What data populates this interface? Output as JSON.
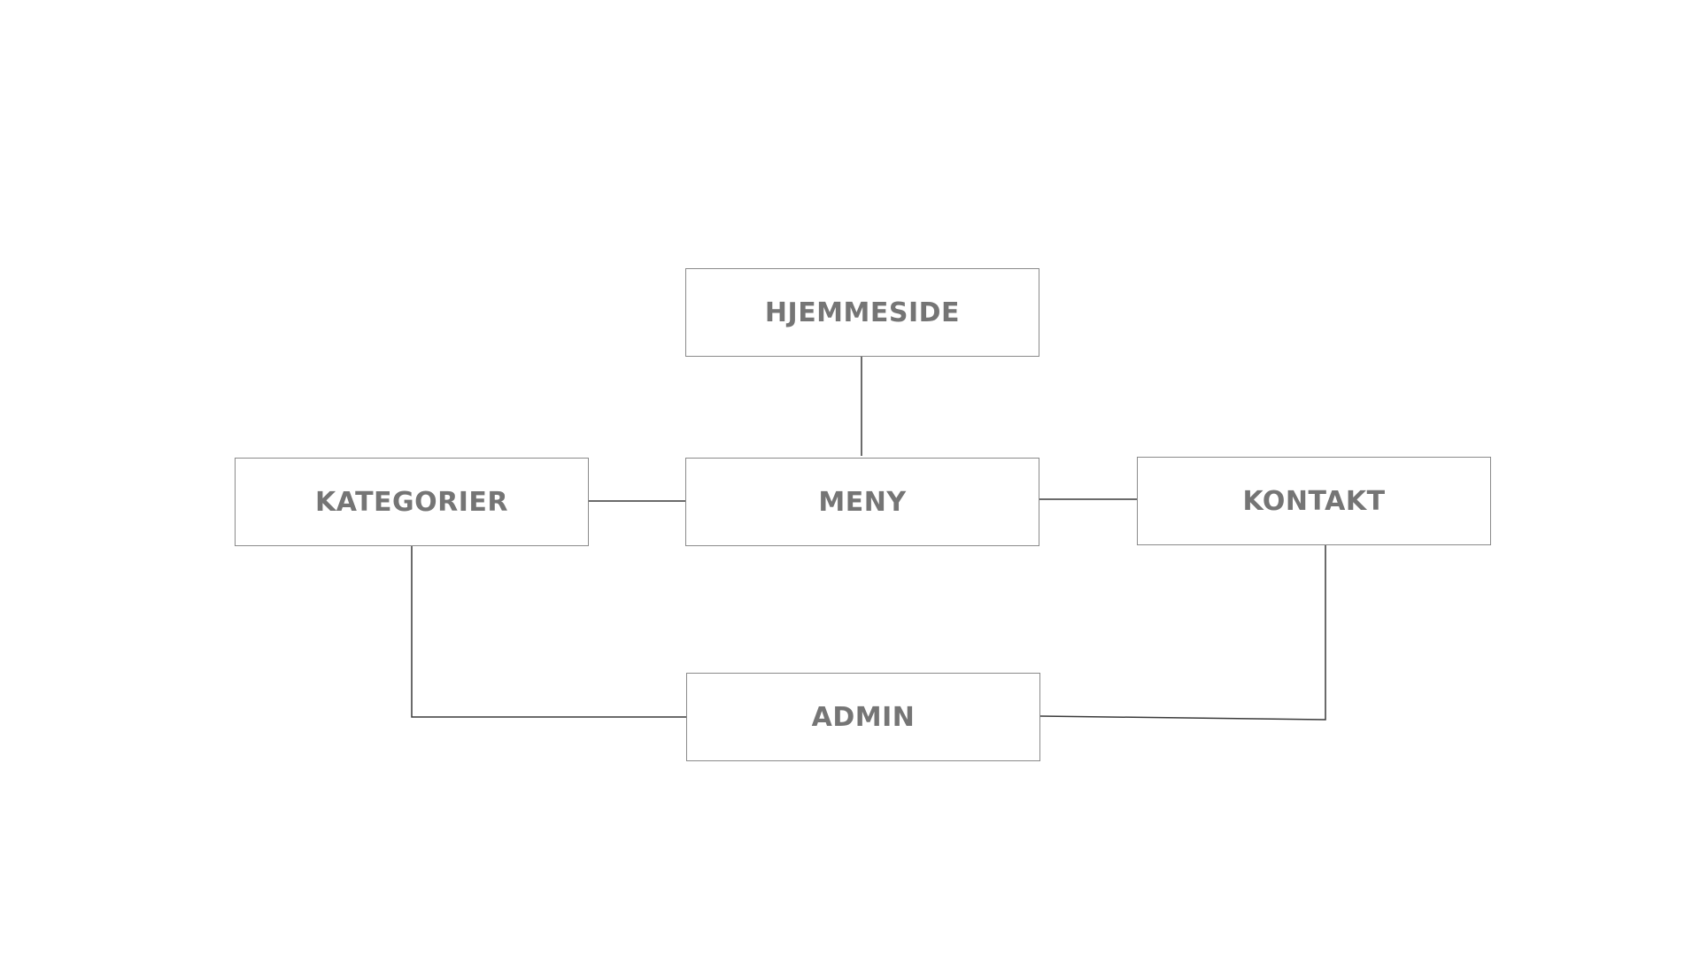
{
  "diagram": {
    "nodes": {
      "hjemmeside": "HJEMMESIDE",
      "kategorier": "KATEGORIER",
      "meny": "MENY",
      "kontakt": "KONTAKT",
      "admin": "ADMIN"
    },
    "edges": [
      {
        "from": "hjemmeside",
        "to": "meny"
      },
      {
        "from": "kategorier",
        "to": "meny"
      },
      {
        "from": "meny",
        "to": "kontakt"
      },
      {
        "from": "kategorier",
        "to": "admin"
      },
      {
        "from": "kontakt",
        "to": "admin"
      }
    ]
  },
  "colors": {
    "text": "#757575",
    "box_border": "#8a8a8a",
    "line": "#3a3a3a",
    "background": "#ffffff"
  }
}
